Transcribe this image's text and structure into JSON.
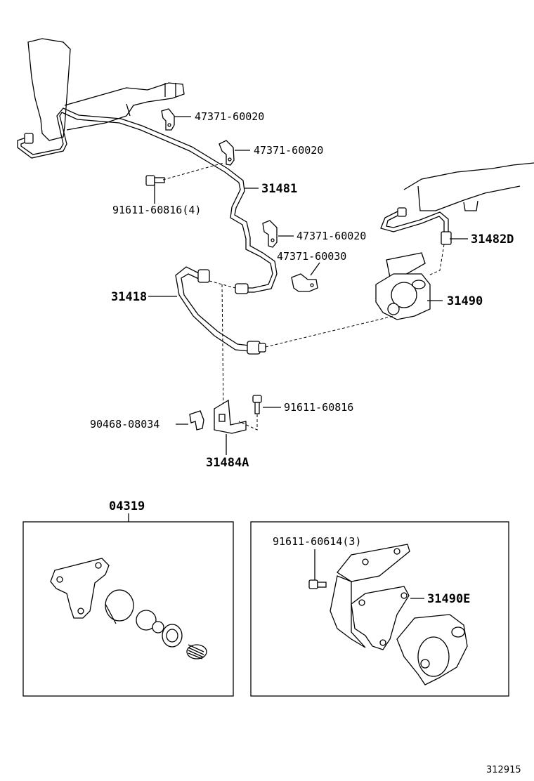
{
  "labels": {
    "clamp_1": "47371-60020",
    "clamp_2": "47371-60020",
    "tube_31481": "31481",
    "bolt_4": "91611-60816(4)",
    "clamp_3": "47371-60020",
    "clamp_4": "47371-60030",
    "tube_31482d": "31482D",
    "hose_31418": "31418",
    "valve_31490": "31490",
    "bolt_single": "91611-60816",
    "clip": "90468-08034",
    "bracket": "31484A",
    "kit": "04319",
    "bolt_3": "91611-60614(3)",
    "valve_assy": "31490E",
    "diagram_id": "312915"
  }
}
